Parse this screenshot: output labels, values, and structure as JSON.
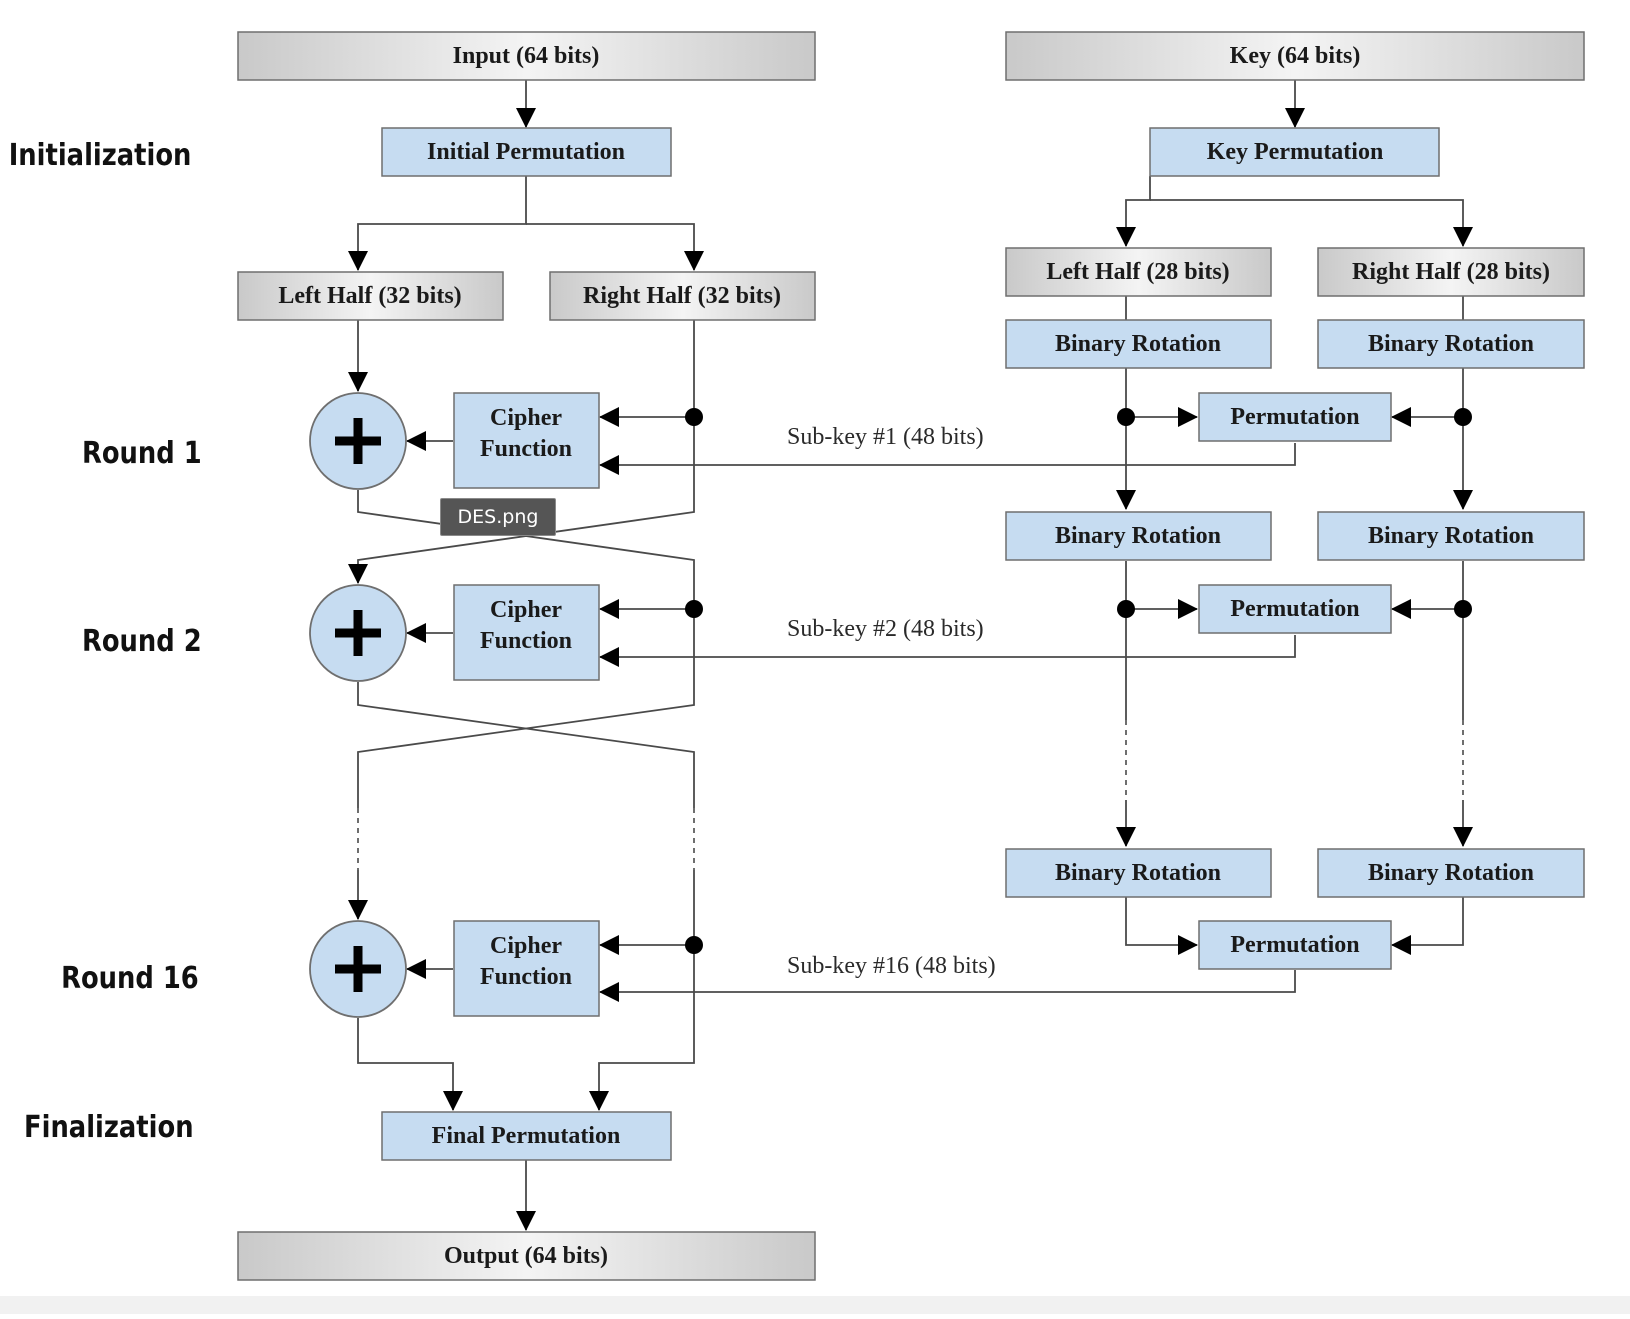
{
  "stages": {
    "init": "Initialization",
    "round1": "Round 1",
    "round2": "Round 2",
    "round16": "Round 16",
    "final": "Finalization"
  },
  "data_path": {
    "input": "Input (64 bits)",
    "initial_permutation": "Initial Permutation",
    "left_half": "Left Half (32 bits)",
    "right_half": "Right Half (32 bits)",
    "cipher_line1": "Cipher",
    "cipher_line2": "Function",
    "final_permutation": "Final Permutation",
    "output": "Output (64 bits)"
  },
  "key_path": {
    "key": "Key (64 bits)",
    "key_permutation": "Key Permutation",
    "left_half": "Left Half (28 bits)",
    "right_half": "Right Half (28 bits)",
    "binary_rotation": "Binary Rotation",
    "permutation": "Permutation"
  },
  "subkeys": {
    "k1": "Sub-key #1 (48 bits)",
    "k2": "Sub-key #2 (48 bits)",
    "k16": "Sub-key #16 (48 bits)"
  },
  "tooltip": "DES.png",
  "colors": {
    "box_blue": "#c6dcf1",
    "box_gray_light": "#f2f2f2",
    "box_gray_dark": "#c9c9c9",
    "tooltip_bg": "#555555"
  }
}
